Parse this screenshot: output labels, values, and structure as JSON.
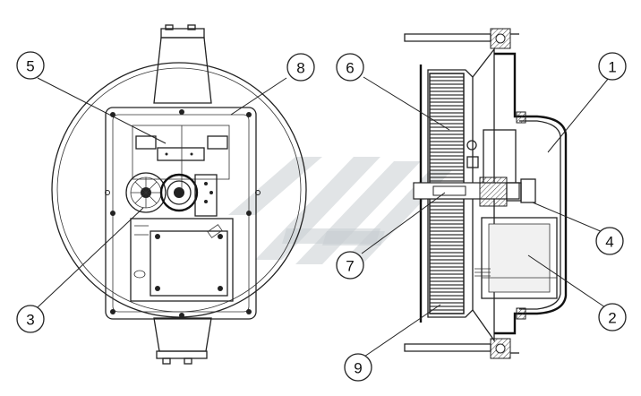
{
  "callouts": {
    "c1": "1",
    "c2": "2",
    "c3": "3",
    "c4": "4",
    "c5": "5",
    "c6": "6",
    "c7": "7",
    "c8": "8",
    "c9": "9"
  },
  "colors": {
    "line": "#222222",
    "hatch": "#555555",
    "watermark": "#c9cdd2",
    "background": "#ffffff"
  }
}
